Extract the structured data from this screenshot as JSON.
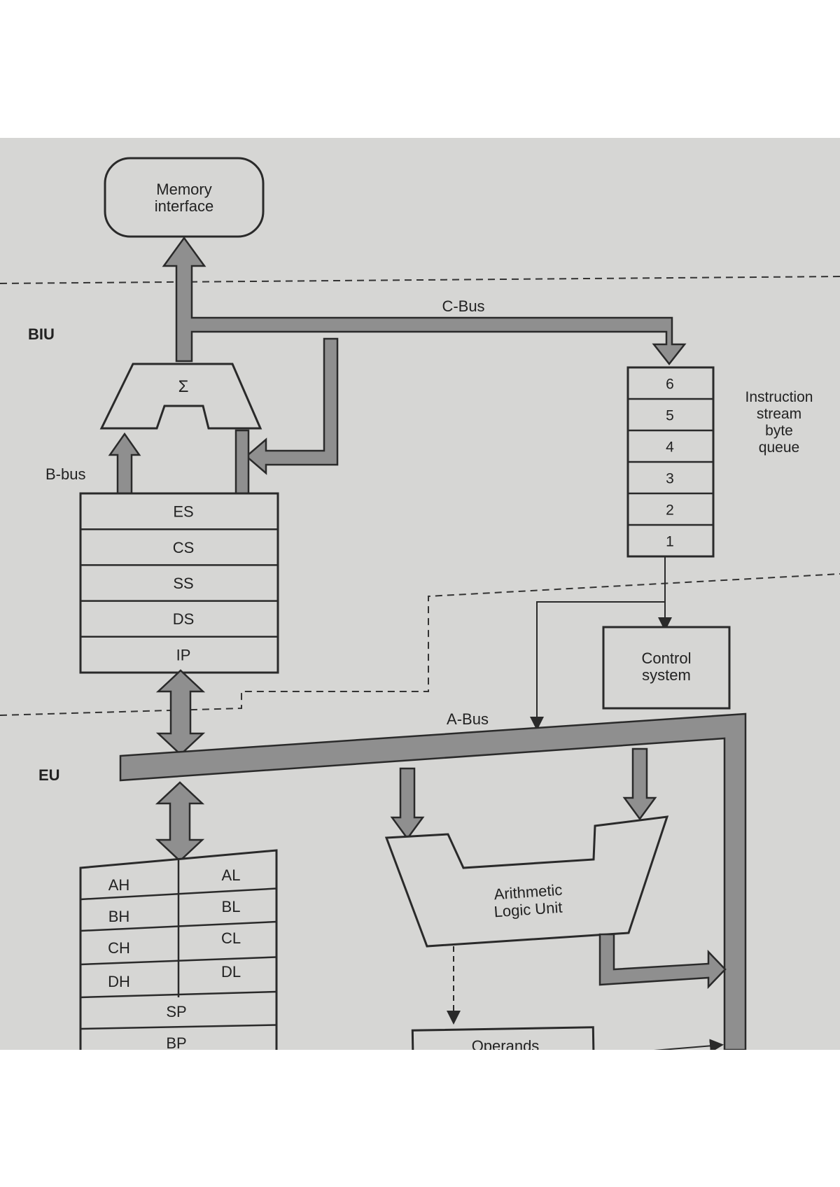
{
  "colors": {
    "paper": "#d6d6d4",
    "ink": "#2a2a2a",
    "bus_fill": "#8f8f8f",
    "page_background": "#ffffff"
  },
  "sections": {
    "biu": "BIU",
    "eu": "EU"
  },
  "memory_interface": {
    "line1": "Memory",
    "line2": "interface"
  },
  "buses": {
    "c_bus": "C-Bus",
    "b_bus": "B-bus",
    "a_bus": "A-Bus"
  },
  "adder": {
    "symbol": "Σ"
  },
  "segment_registers": [
    "ES",
    "CS",
    "SS",
    "DS",
    "IP"
  ],
  "queue": {
    "slots": [
      "6",
      "5",
      "4",
      "3",
      "2",
      "1"
    ],
    "label_lines": [
      "Instruction",
      "stream",
      "byte",
      "queue"
    ]
  },
  "control_system": {
    "line1": "Control",
    "line2": "system"
  },
  "general_registers": {
    "high": [
      "AH",
      "BH",
      "CH",
      "DH"
    ],
    "low": [
      "AL",
      "BL",
      "CL",
      "DL"
    ],
    "pointers": [
      "SP",
      "BP"
    ]
  },
  "alu": {
    "line1": "Arithmetic",
    "line2": "Logic Unit"
  },
  "operands": {
    "label": "Operands"
  }
}
